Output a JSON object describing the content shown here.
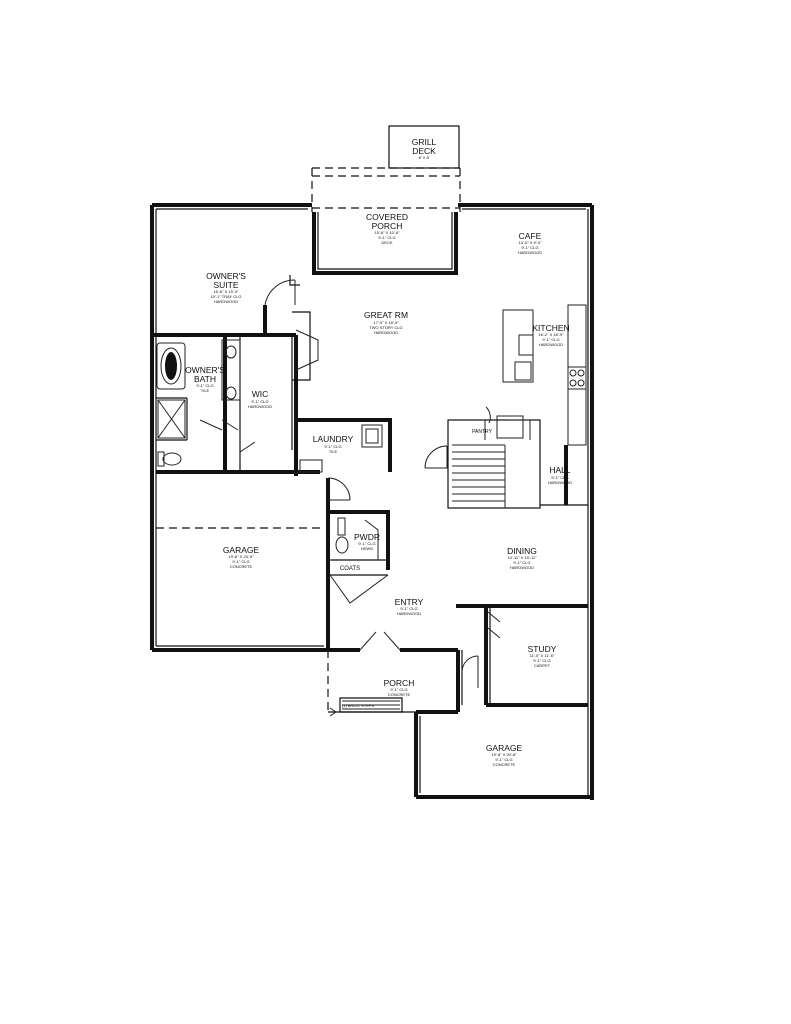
{
  "rooms": {
    "grill_deck": {
      "name": "GRILL",
      "name2": "DECK",
      "d1": "8' X 8'"
    },
    "covered_porch": {
      "name": "COVERED",
      "name2": "PORCH",
      "d1": "15'-8\" X 10'-6\"",
      "d2": "9'-1\" CLG",
      "d3": "DECK"
    },
    "cafe": {
      "name": "CAFE",
      "d1": "14'-0\" X 9'-0\"",
      "d2": "9'-1\" CLG",
      "d3": "HARDWOOD"
    },
    "owners_suite": {
      "name": "OWNER'S",
      "name2": "SUITE",
      "d1": "16'-6\" X 15'-9\"",
      "d2": "10'-1\" TRAY CLG",
      "d3": "HARDWOOD"
    },
    "great_rm": {
      "name": "GREAT RM",
      "d1": "17'-0\" X 18'-9\"",
      "d2": "TWO STORY CLG",
      "d3": "HARDWOOD"
    },
    "kitchen": {
      "name": "KITCHEN",
      "d1": "16'-2\" X 18'-9\"",
      "d2": "9'-1\" CLG",
      "d3": "HARDWOOD"
    },
    "owners_bath": {
      "name": "OWNER'S",
      "name2": "BATH",
      "d1": "9'-1\" CLG",
      "d2": "TILE"
    },
    "wic": {
      "name": "WIC",
      "d1": "9'-1\" CLG",
      "d2": "HARDWOOD"
    },
    "pantry": {
      "name": "PANTRY"
    },
    "laundry": {
      "name": "LAUNDRY",
      "d1": "9'-1\" CLG",
      "d2": "TILE"
    },
    "hall": {
      "name": "HALL",
      "d1": "9'-1\" CLG",
      "d2": "HARDWOOD"
    },
    "garage_main": {
      "name": "GARAGE",
      "d1": "19'-8\" X 23'-9\"",
      "d2": "9'-1\" CLG",
      "d3": "CONCRETE"
    },
    "pwdr": {
      "name": "PWDR",
      "d1": "9'-1\" CLG",
      "d2": "HDWD"
    },
    "coats": {
      "name": "COATS"
    },
    "dining": {
      "name": "DINING",
      "d1": "14'-11\" X 15'-11\"",
      "d2": "9'-1\" CLG",
      "d3": "HARDWOOD"
    },
    "entry": {
      "name": "ENTRY",
      "d1": "9'-1\" CLG",
      "d2": "HARDWOOD"
    },
    "study": {
      "name": "STUDY",
      "d1": "11'-0\" X 11'-6\"",
      "d2": "9'-1\" CLG",
      "d3": "CARPET"
    },
    "porch": {
      "name": "PORCH",
      "d1": "9'-1\" CLG",
      "d2": "CONCRETE"
    },
    "brick_steps": {
      "name": "(3) BRICK STEPS"
    },
    "garage_front": {
      "name": "GARAGE",
      "d1": "19'-8\" X 20'-8\"",
      "d2": "9'-1\" CLG",
      "d3": "CONCRETE"
    }
  }
}
